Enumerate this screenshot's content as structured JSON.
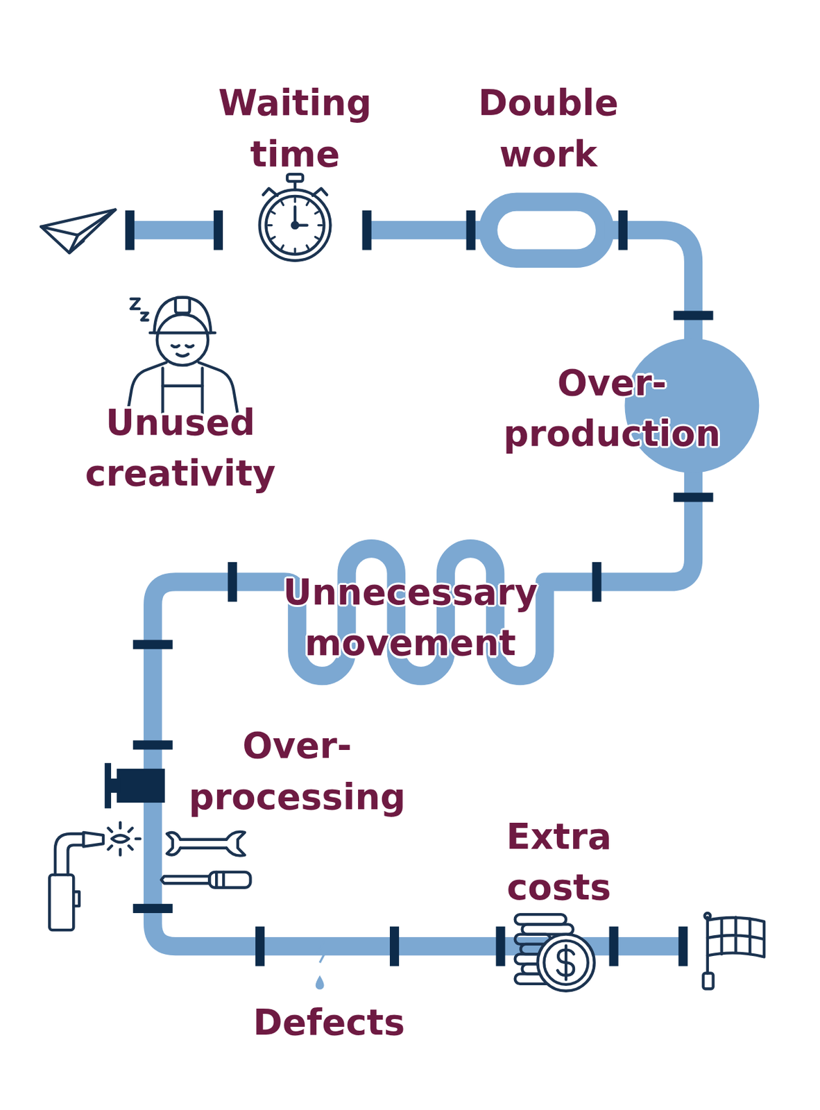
{
  "diagram": {
    "labels": [
      "Waiting time",
      "Double work",
      "Unused creativity",
      "Over- production",
      "Unnecessary movement",
      "Over- processing",
      "Extra costs",
      "Defects"
    ]
  }
}
